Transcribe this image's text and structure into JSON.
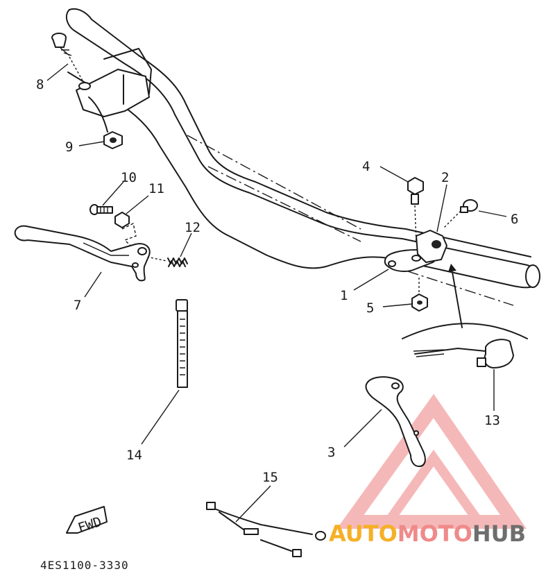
{
  "callouts": [
    "1",
    "2",
    "3",
    "4",
    "5",
    "6",
    "7",
    "8",
    "9",
    "10",
    "11",
    "12",
    "13",
    "14",
    "15"
  ],
  "fwd_label": "FWD",
  "diagram_code": "4ES1100-3330",
  "watermark": {
    "part1": "AUTO",
    "part2": "MOTO",
    "part3": "HUB",
    "color1": "#f5b027",
    "color2": "#f08a8a",
    "color3": "#6e6e6e",
    "logo_color": "#f08a8a"
  }
}
